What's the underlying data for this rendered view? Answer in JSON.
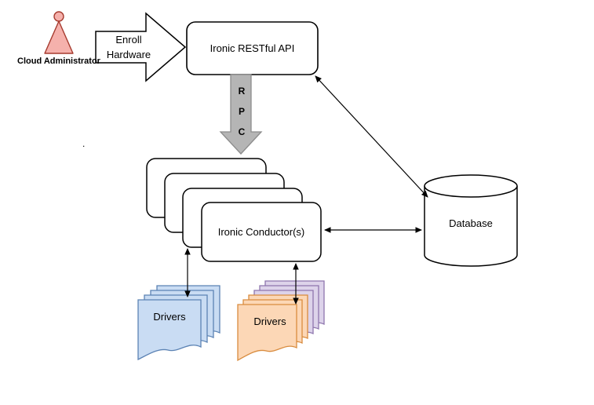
{
  "colors": {
    "actor_fill": "#f5b1ac",
    "actor_stroke": "#a63a2e",
    "rpc_fill": "#b5b5b5",
    "rpc_stroke": "#8c8c8c",
    "box_fill": "#ffffff",
    "box_stroke": "#000000",
    "driver_blue_fill": "#c9dcf3",
    "driver_blue_stroke": "#5c83b4",
    "driver_purple_fill": "#ddd3ea",
    "driver_purple_stroke": "#8e76ae",
    "driver_orange_fill": "#fcd7b6",
    "driver_orange_stroke": "#d98c3f"
  },
  "nodes": {
    "actor_label": "Cloud Administrator",
    "enroll_label": "Enroll Hardware",
    "api_label": "Ironic RESTful API",
    "rpc_label": "R P C",
    "conductor_label": "Ironic Conductor(s)",
    "database_label": "Database",
    "drivers_left_label": "Drivers",
    "drivers_right_label": "Drivers",
    "stray_mark": "."
  }
}
